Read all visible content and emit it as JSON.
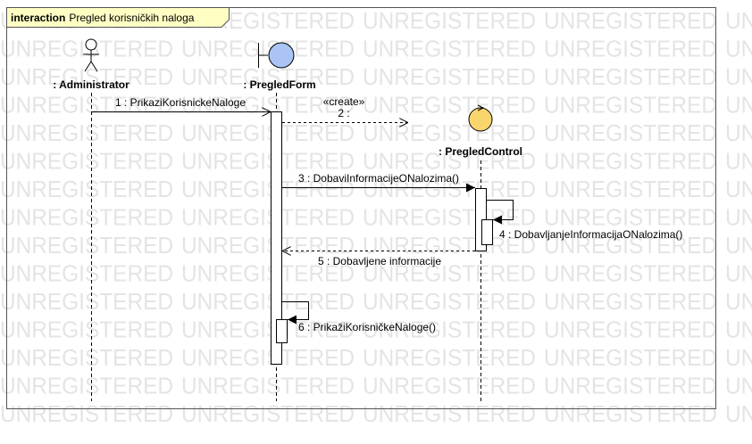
{
  "frame": {
    "keyword": "interaction",
    "name": "Pregled korisničkih naloga"
  },
  "watermark": "UNREGISTERED",
  "lifelines": [
    {
      "id": "administrator",
      "label": ": Administrator",
      "kind": "actor-icon"
    },
    {
      "id": "pregledform",
      "label": ": PregledForm",
      "kind": "boundary-icon",
      "color": "#a9c4f5"
    },
    {
      "id": "pregledcontrol",
      "label": ": PregledControl",
      "kind": "control-icon",
      "color": "#f9d56e"
    }
  ],
  "messages": [
    {
      "label": "1 : PrikaziKorisnickeNaloge",
      "type": "synchronous",
      "from": "administrator",
      "to": "pregledform"
    },
    {
      "stereotype": "«create»",
      "label": "2 :",
      "type": "create",
      "from": "pregledform",
      "to": "pregledcontrol"
    },
    {
      "label": "3 : DobaviInformacijeONalozima()",
      "type": "synchronous",
      "from": "pregledform",
      "to": "pregledcontrol"
    },
    {
      "label": "4 : DobavljanjeInformacijaONalozima()",
      "type": "self",
      "from": "pregledcontrol",
      "to": "pregledcontrol"
    },
    {
      "label": "5 : Dobavljene informacije",
      "type": "return",
      "from": "pregledcontrol",
      "to": "pregledform"
    },
    {
      "label": "6 : PrikažiKorisničkeNaloge()",
      "type": "self",
      "from": "pregledform",
      "to": "pregledform"
    }
  ]
}
